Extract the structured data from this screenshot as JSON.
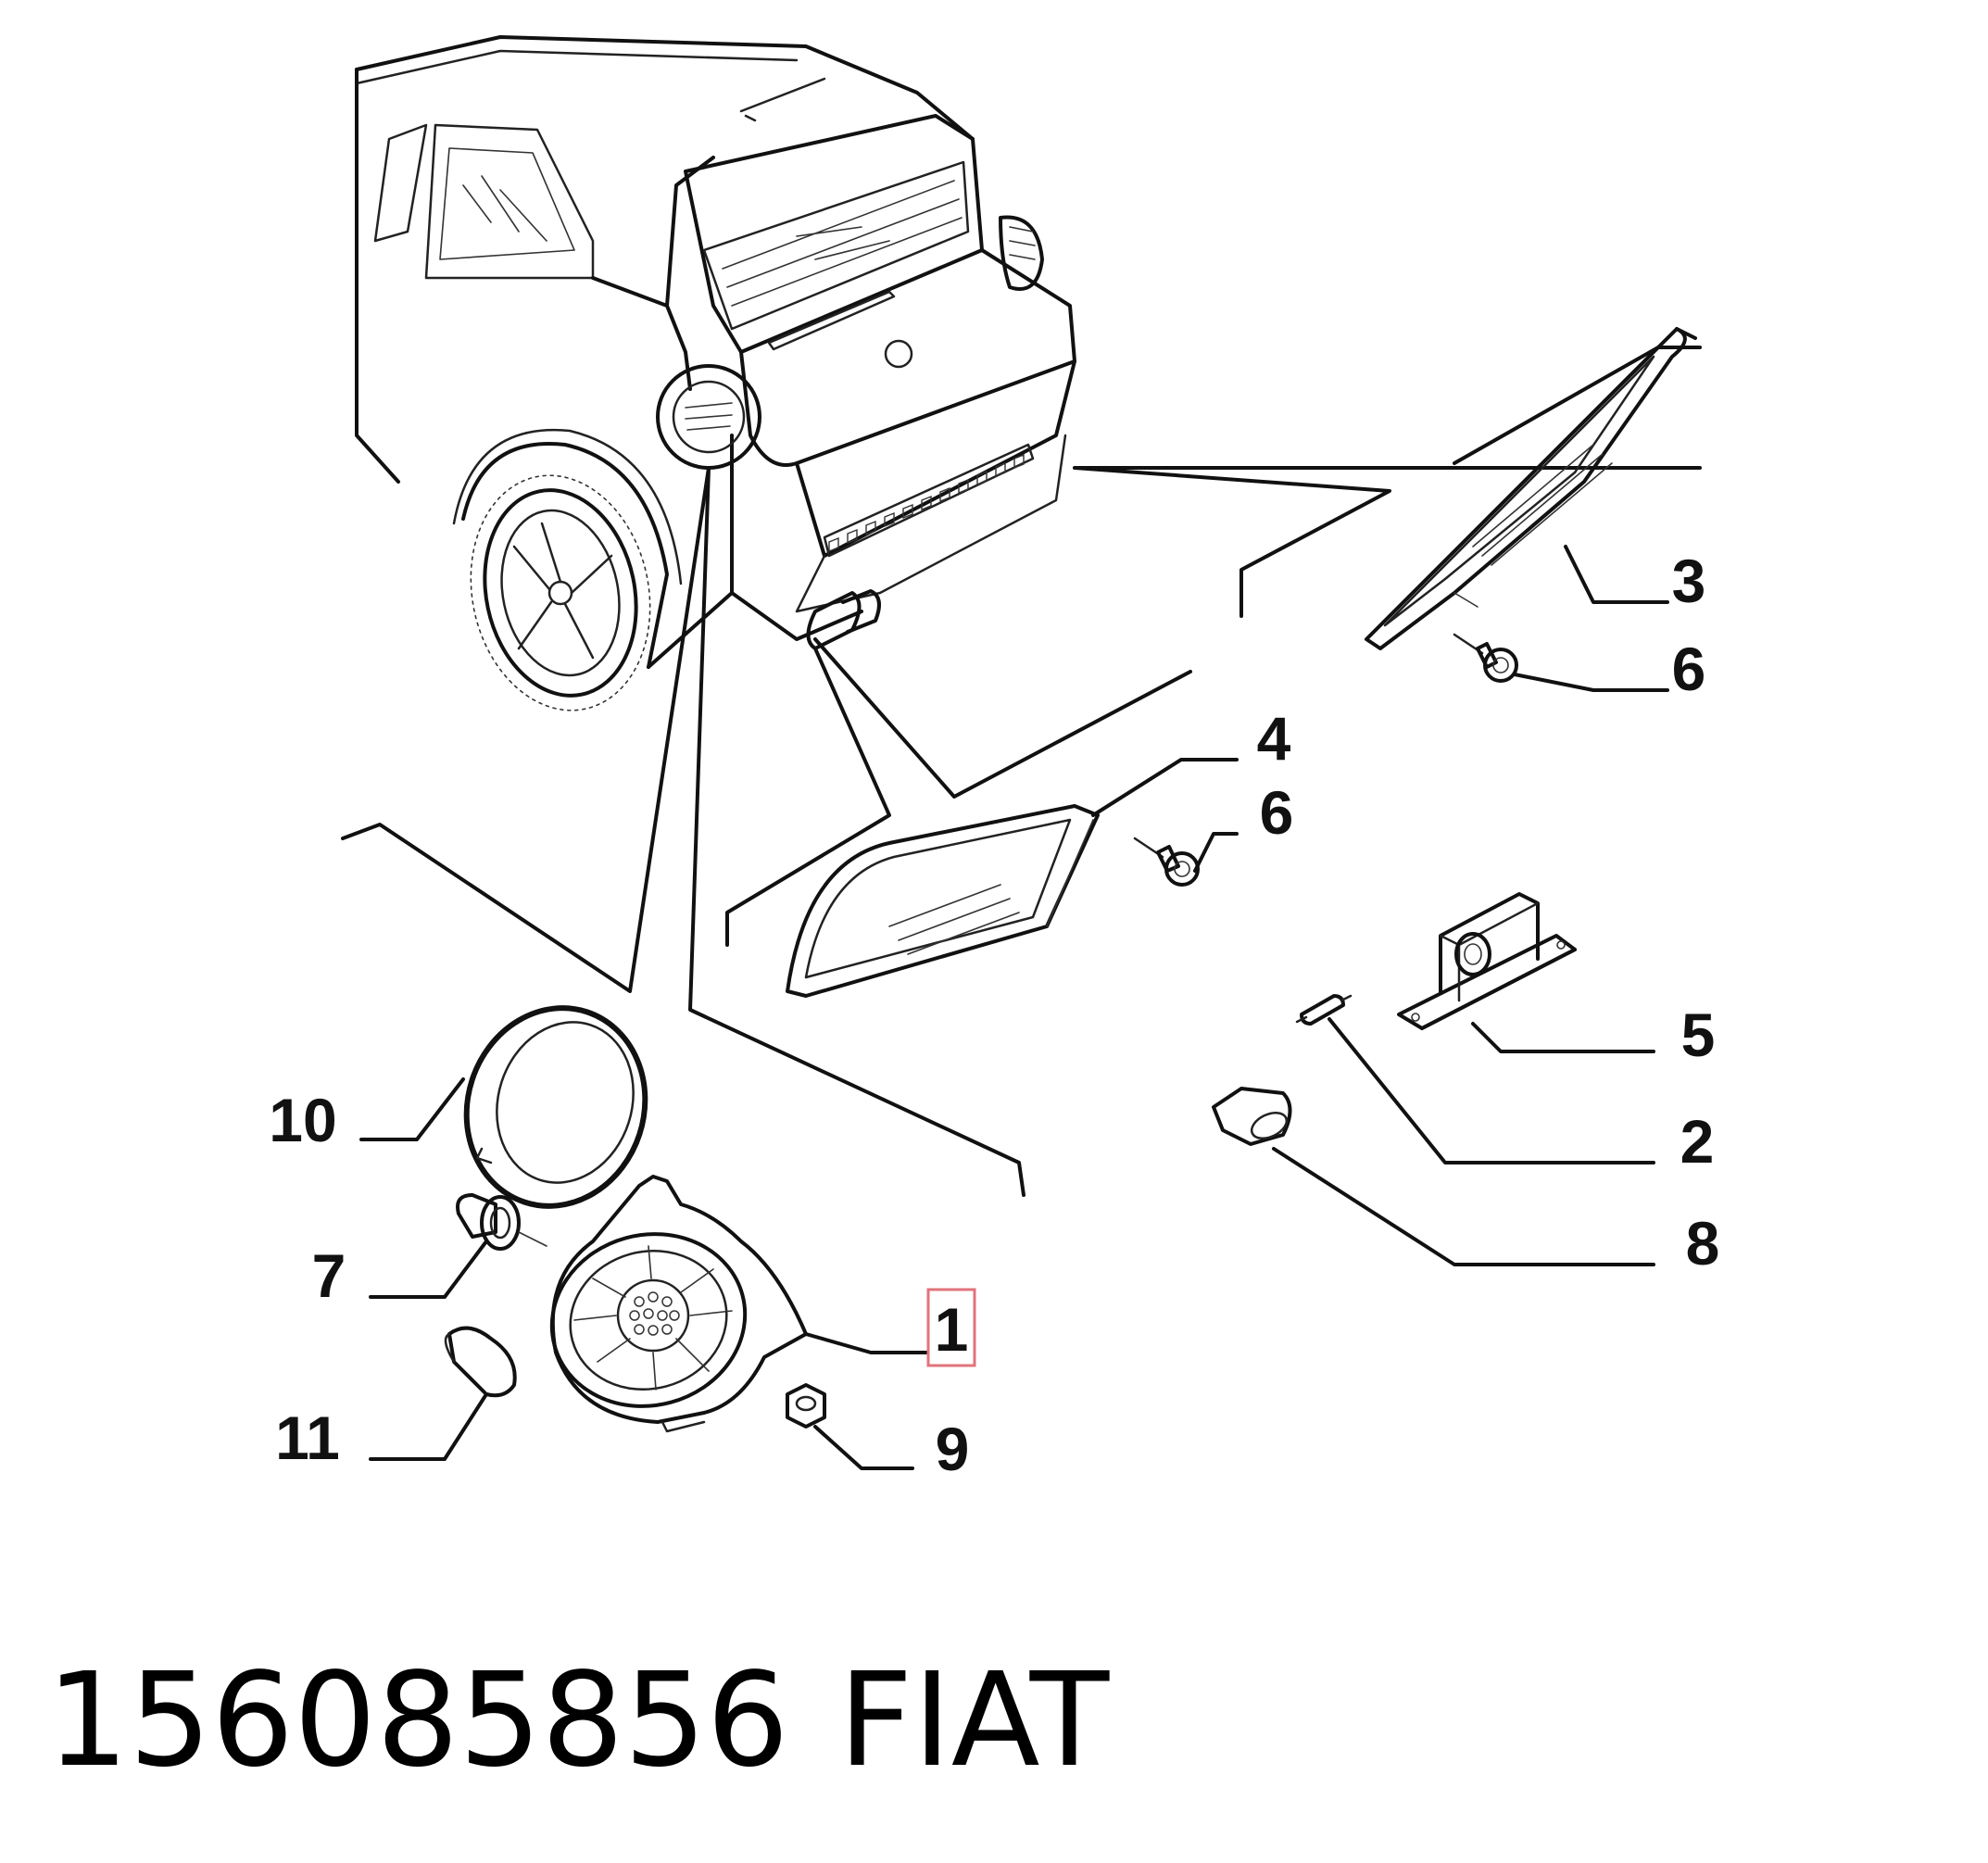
{
  "callouts": {
    "c1": "1",
    "c2": "2",
    "c3": "3",
    "c4": "4",
    "c5": "5",
    "c6a": "6",
    "c6b": "6",
    "c7": "7",
    "c8": "8",
    "c9": "9",
    "c10": "10",
    "c11": "11"
  },
  "highlight_color": "#e0737b",
  "footer": {
    "part_number": "156085856",
    "brand": "FIAT"
  }
}
